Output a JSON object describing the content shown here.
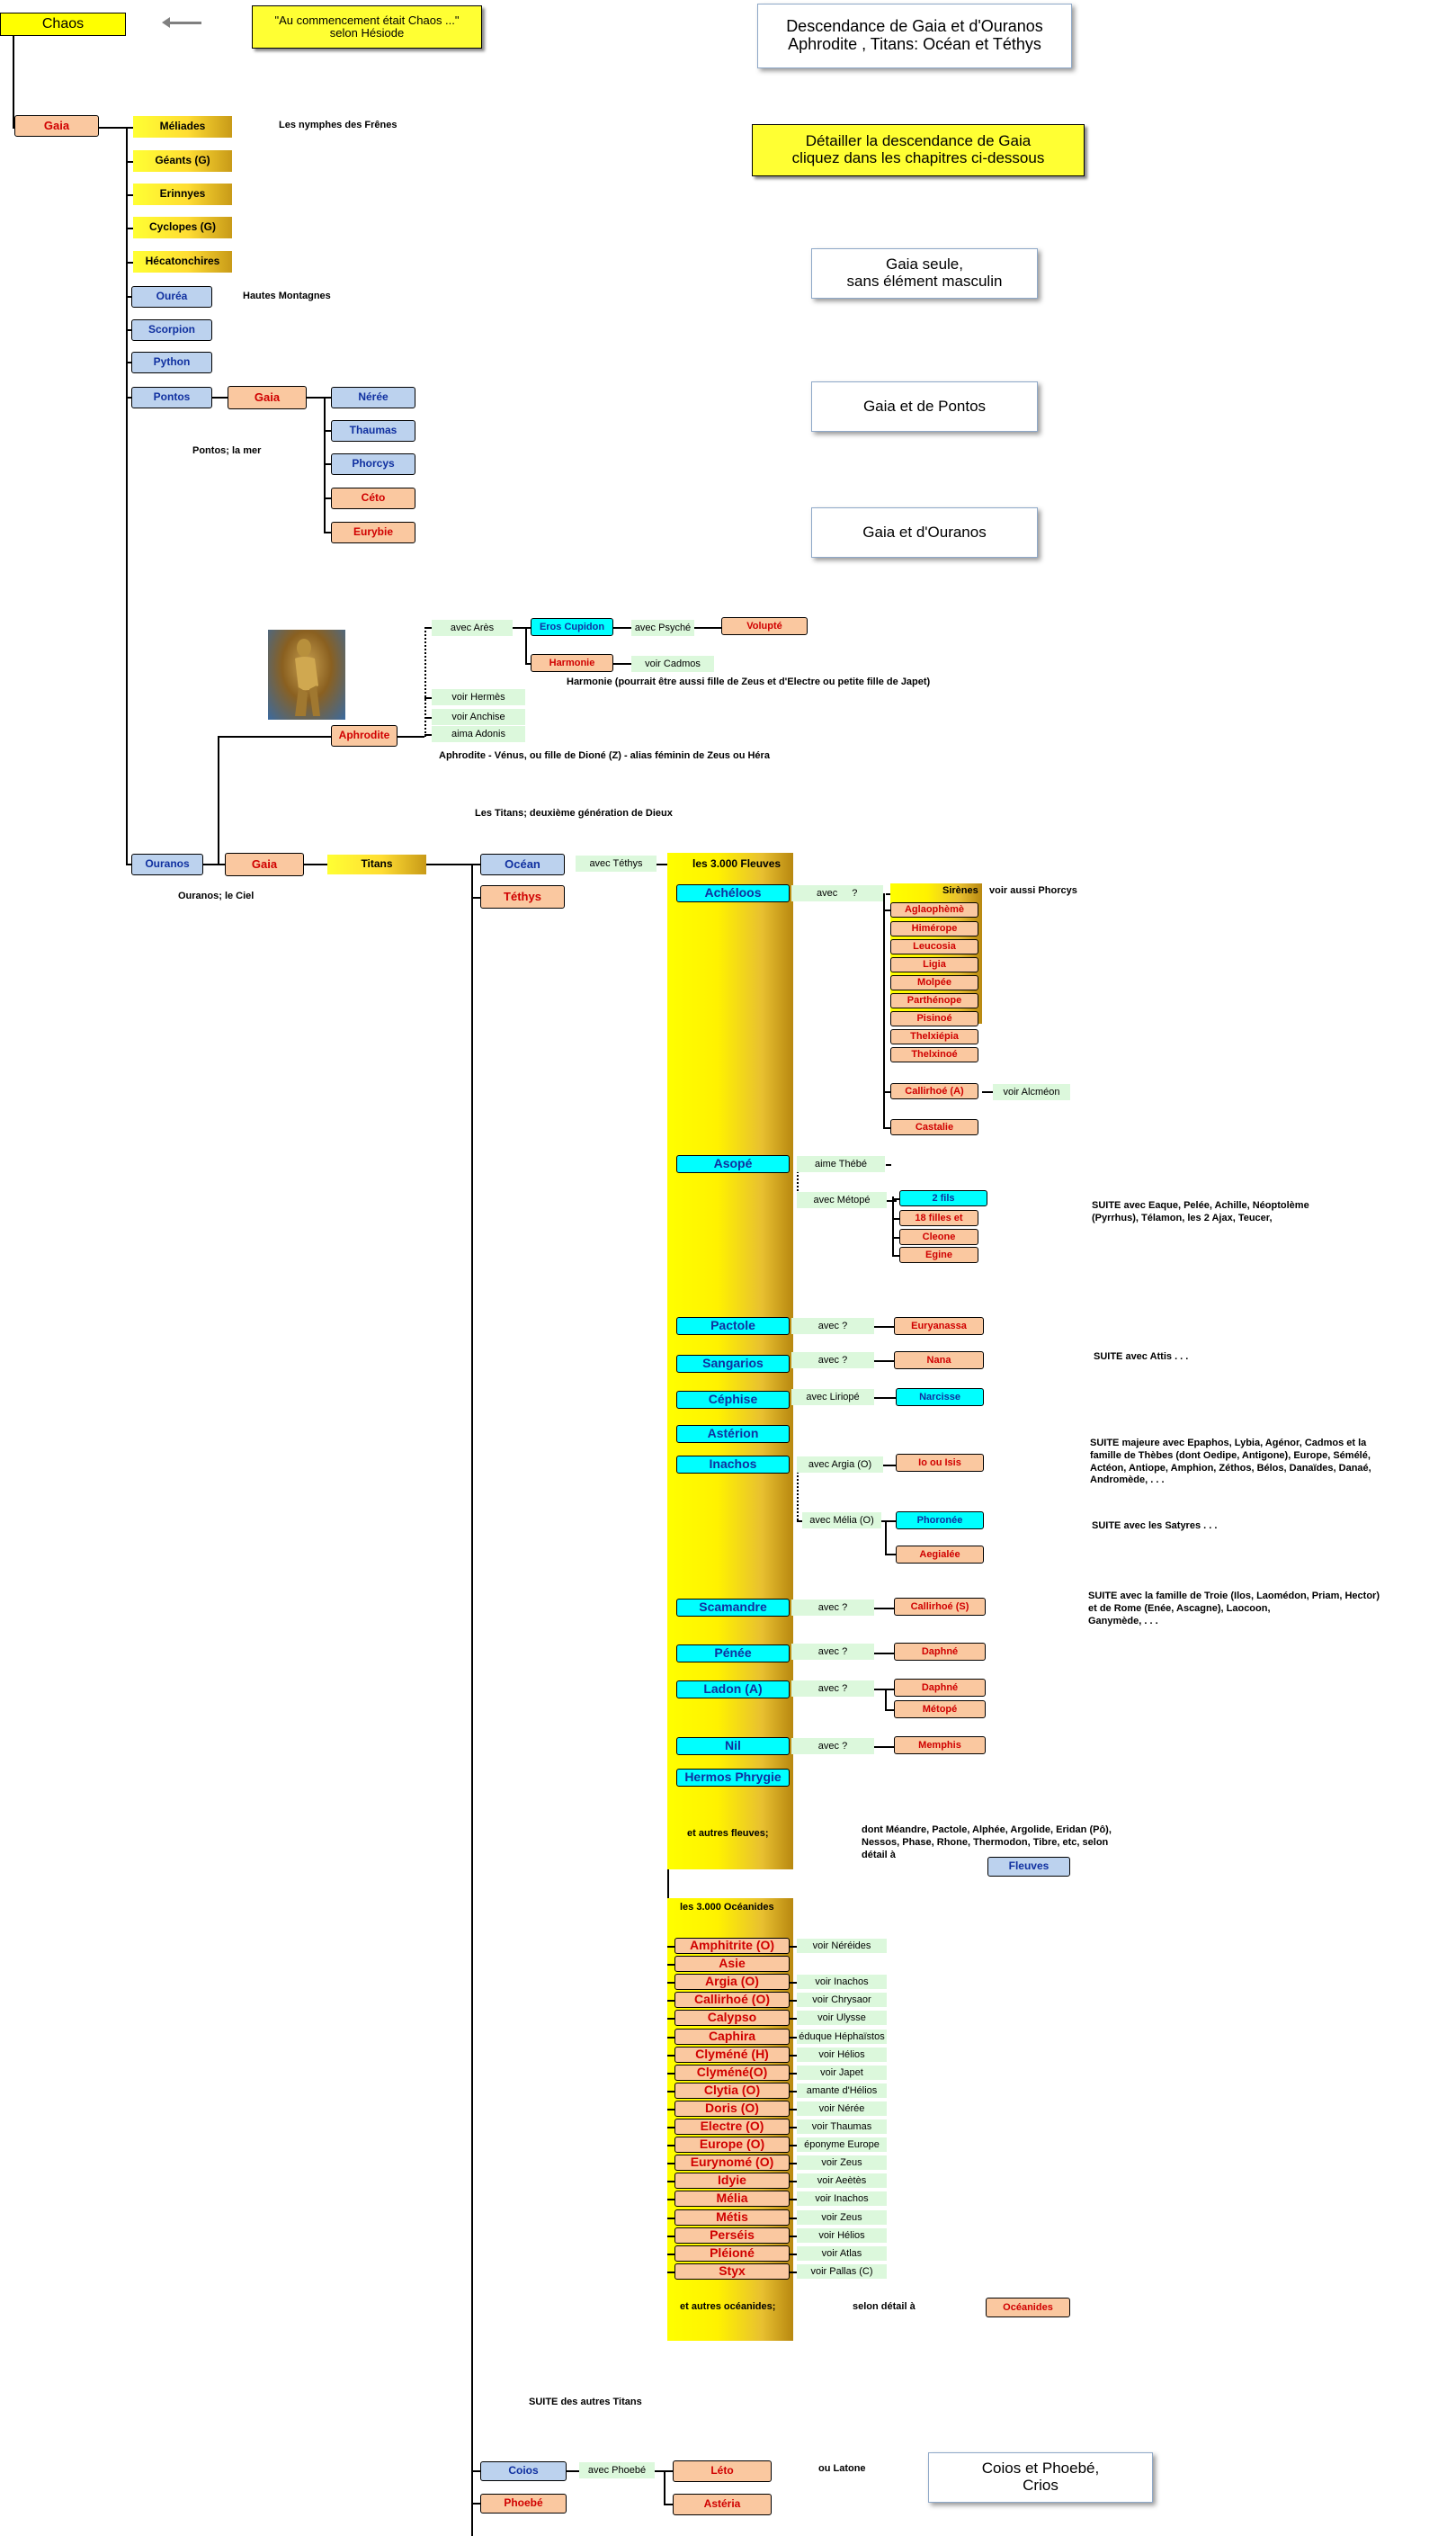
{
  "top": {
    "chaos": "Chaos",
    "quote": "\"Au commencement était Chaos ...\"\nselon Hésiode",
    "title_box": "Descendance de Gaia et d'Ouranos\nAphrodite , Titans: Océan et Téthys",
    "detail_box": "Détailler la descendance de Gaia\ncliquez dans les chapitres ci-dessous",
    "gaia_seule": "Gaia seule,\nsans élément masculin",
    "gaia_pontos": "Gaia et de Pontos",
    "gaia_ouranos": "Gaia et d'Ouranos",
    "coios_phoebe": "Coios et Phoebé,\nCrios"
  },
  "gaia": {
    "label": "Gaia",
    "children": [
      "Méliades",
      "Géants (G)",
      "Erinnyes",
      "Cyclopes (G)",
      "Hécatonchires"
    ],
    "blue_children": [
      "Ouréa",
      "Scorpion",
      "Python",
      "Pontos"
    ],
    "meliades_note": "Les nymphes des Frênes",
    "ourea_note": "Hautes Montagnes",
    "pontos_note": "Pontos; la mer"
  },
  "pontos": {
    "gaia": "Gaia",
    "children": [
      "Nérée",
      "Thaumas",
      "Phorcys",
      "Céto",
      "Eurybie"
    ]
  },
  "aphrodite": {
    "label": "Aphrodite",
    "note": "Aphrodite - Vénus, ou fille de Dioné (Z) - alias féminin de Zeus ou Héra",
    "avec_ares": "avec Arès",
    "eros": "Eros Cupidon",
    "avec_psyche": "avec Psyché",
    "volupte": "Volupté",
    "harmonie": "Harmonie",
    "voir_cadmos": "voir Cadmos",
    "harmonie_note": "Harmonie (pourrait être aussi fille de Zeus et d'Electre ou petite fille de Japet)",
    "voir_hermes": "voir Hermès",
    "voir_anchise": "voir Anchise",
    "aima_adonis": "aima Adonis"
  },
  "ouranos": {
    "label": "Ouranos",
    "gaia": "Gaia",
    "titans": "Titans",
    "note": "Ouranos; le Ciel",
    "titans_note": "Les Titans; deuxième génération de Dieux"
  },
  "ocean": {
    "label": "Océan",
    "avec": "avec Téthys",
    "tethys": "Téthys",
    "fleuves_header": "les 3.000 Fleuves",
    "oceanides_header": "les 3.000 Océanides"
  },
  "acheloos": {
    "label": "Achéloos",
    "avec": "avec",
    "q": "?",
    "sirenes": "Sirènes",
    "voir_phorcys": "voir aussi Phorcys",
    "list": [
      "Aglaophèmè",
      "Himérope",
      "Leucosia",
      "Ligia",
      "Molpée",
      "Parthénope",
      "Pisinoé",
      "Thelxiépia",
      "Thelxinoé"
    ],
    "callirhoe": "Callirhoé (A)",
    "voir_alcmeon": "voir Alcméon",
    "castalie": "Castalie"
  },
  "asope": {
    "label": "Asopé",
    "aime": "aime Thébé",
    "avec": "avec Métopé",
    "fils": "2 fils",
    "filles": "18 filles et",
    "cleone": "Cleone",
    "egine": "Egine",
    "suite": "SUITE avec Eaque, Pelée, Achille, Néoptolème\n(Pyrrhus), Télamon, les 2 Ajax, Teucer,"
  },
  "rivers": {
    "pactole": "Pactole",
    "pactole_avec": "avec ?",
    "euryanassa": "Euryanassa",
    "sangarios": "Sangarios",
    "sangarios_avec": "avec ?",
    "nana": "Nana",
    "sangarios_suite": "SUITE avec Attis . . .",
    "cephise": "Céphise",
    "cephise_avec": "avec Liriopé",
    "narcisse": "Narcisse",
    "asterion": "Astérion",
    "inachos": "Inachos",
    "avec_argia": "avec Argia (O)",
    "io": "Io ou Isis",
    "avec_melia": "avec Mélia (O)",
    "phoronee": "Phoronée",
    "aegialee": "Aegialée",
    "inachos_suite": "SUITE majeure avec Epaphos, Lybia, Agénor, Cadmos et la\nfamille de Thèbes (dont Oedipe, Antigone), Europe, Sémélé,\nActéon, Antiope, Amphion, Zéthos, Bélos, Danaïdes, Danaé,\nAndromède, . . .",
    "satyres_suite": "SUITE avec les Satyres . . .",
    "scamandre": "Scamandre",
    "scamandre_avec": "avec ?",
    "callirhoe_s": "Callirhoé (S)",
    "scamandre_suite": "SUITE avec la famille de Troie (Ilos, Laomédon, Priam, Hector)\n            et de Rome (Enée, Ascagne),  Laocoon,\nGanymède, . . .",
    "penee": "Pénée",
    "penee_avec": "avec ?",
    "daphne": "Daphné",
    "ladon": "Ladon (A)",
    "ladon_avec": "avec ?",
    "daphne2": "Daphné",
    "metope": "Métopé",
    "nil": "Nil",
    "nil_avec": "avec ?",
    "memphis": "Memphis",
    "hermos": "Hermos Phrygie",
    "autres": "et autres fleuves;",
    "dont": "dont Méandre, Pactole, Alphée, Argolide, Eridan (Pô),\nNessos, Phase,  Rhone, Thermodon, Tibre, etc, selon\ndétail à",
    "fleuves_btn": "Fleuves"
  },
  "oceanides": {
    "items": [
      {
        "name": "Amphitrite (O)",
        "note": "voir Néréides"
      },
      {
        "name": "Asie",
        "note": ""
      },
      {
        "name": "Argia (O)",
        "note": "voir Inachos"
      },
      {
        "name": "Callirhoé (O)",
        "note": "voir Chrysaor"
      },
      {
        "name": "Calypso",
        "note": "voir Ulysse"
      },
      {
        "name": "Caphira",
        "note": "éduque Héphaïstos"
      },
      {
        "name": "Clyméné (H)",
        "note": "voir Hélios"
      },
      {
        "name": "Clyméné(O)",
        "note": "voir Japet"
      },
      {
        "name": "Clytia (O)",
        "note": "amante d'Hélios"
      },
      {
        "name": "Doris (O)",
        "note": "voir Nérée"
      },
      {
        "name": "Electre (O)",
        "note": "voir Thaumas"
      },
      {
        "name": "Europe (O)",
        "note": "éponyme Europe"
      },
      {
        "name": "Eurynomé (O)",
        "note": "voir Zeus"
      },
      {
        "name": "Idyie",
        "note": "voir Aeètès"
      },
      {
        "name": "Mélia",
        "note": "voir Inachos"
      },
      {
        "name": "Métis",
        "note": "voir Zeus"
      },
      {
        "name": "Perséis",
        "note": "voir Hélios"
      },
      {
        "name": "Pléioné",
        "note": "voir Atlas"
      },
      {
        "name": "Styx",
        "note": "voir Pallas (C)"
      }
    ],
    "autres": "et autres océanides;",
    "selon": "selon détail à",
    "btn": "Océanides"
  },
  "bottom": {
    "suite_titans": "SUITE des autres Titans",
    "coios": "Coios",
    "avec_phoebe": "avec Phoebé",
    "leto": "Léto",
    "ou_latone": "ou Latone",
    "phoebe": "Phoebé",
    "asteria": "Astéria"
  }
}
